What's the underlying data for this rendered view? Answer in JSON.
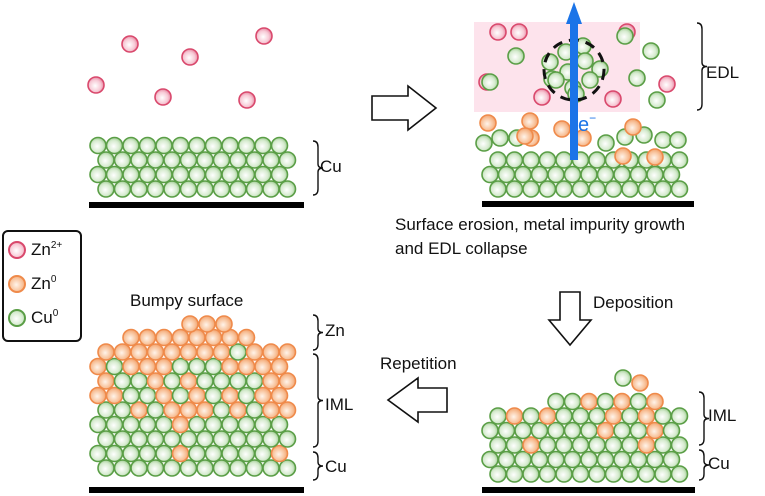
{
  "colors": {
    "zn2plus": "#d9486c",
    "zn0": "#ef8a4a",
    "cu0": "#5a9e46",
    "edl_band": "#fde3ec",
    "arrow_blue": "#1b74e8",
    "substrate": "#000000"
  },
  "legend": {
    "items": [
      {
        "species": "zn2plus",
        "base": "Zn",
        "sup": "2+"
      },
      {
        "species": "zn0",
        "base": "Zn",
        "sup": "0"
      },
      {
        "species": "cu0",
        "base": "Cu",
        "sup": "0"
      }
    ]
  },
  "panels": {
    "initial": {
      "layer_label": "Cu"
    },
    "erosion": {
      "layer_label": "EDL",
      "electron_label": "e",
      "electron_sup": "−",
      "caption_line1": "Surface erosion, metal impurity growth",
      "caption_line2": "and EDL collapse"
    },
    "deposition": {
      "arrow_label": "Deposition",
      "layer_labels": [
        "IML",
        "Cu"
      ]
    },
    "repetition": {
      "arrow_label": "Repetition",
      "title": "Bumpy surface",
      "layer_labels": [
        "Zn",
        "IML",
        "Cu"
      ]
    }
  }
}
